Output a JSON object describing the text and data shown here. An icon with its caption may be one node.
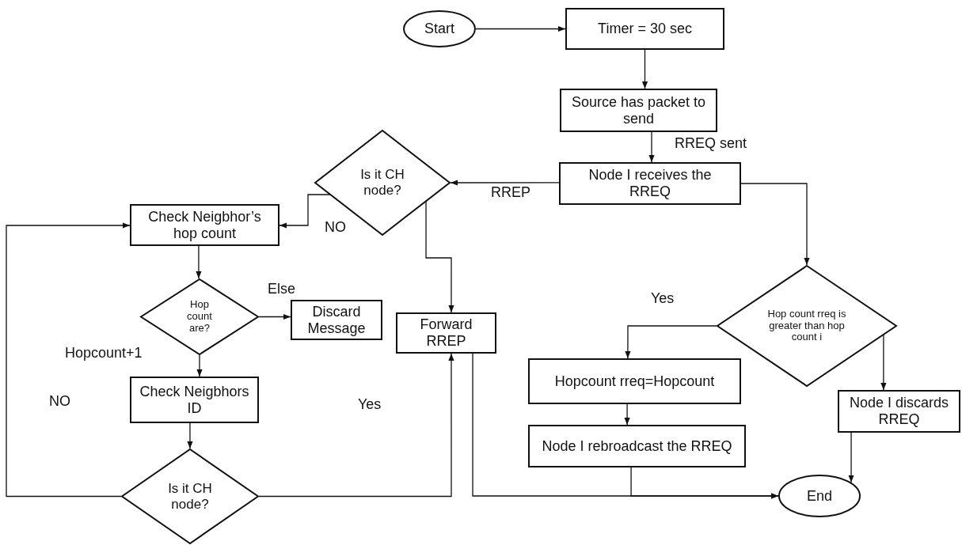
{
  "diagram": {
    "nodes": [
      {
        "text": [
          "Start"
        ]
      },
      {
        "text": [
          "Timer = 30 sec"
        ]
      },
      {
        "text": [
          "Source has packet to send"
        ]
      },
      {
        "text": [
          "Node I receives the RREQ"
        ]
      },
      {
        "text": [
          "Is it CH node?"
        ]
      },
      {
        "text": [
          "Check Neigbhor’s hop count"
        ]
      },
      {
        "text": [
          "Hop count are?"
        ]
      },
      {
        "text": [
          "Discard Message"
        ]
      },
      {
        "text": [
          "Forward RREP"
        ]
      },
      {
        "text": [
          "Check Neigbhors ID"
        ]
      },
      {
        "text": [
          "Is it CH node?"
        ]
      },
      {
        "text": [
          "Hop count rreq is greater than hop count i"
        ]
      },
      {
        "text": [
          "Hopcount rreq=Hopcount"
        ]
      },
      {
        "text": [
          "Node I rebroadcast the RREQ"
        ]
      },
      {
        "text": [
          "Node I discards RREQ"
        ]
      },
      {
        "text": [
          "End"
        ]
      }
    ],
    "edges": [
      {
        "from": 0,
        "to": 1,
        "arrow": "to"
      },
      {
        "from": 1,
        "to": 2,
        "arrow": "to"
      },
      {
        "from": 2,
        "to": 3,
        "arrow": "to",
        "label": "RREQ sent"
      },
      {
        "from": 3,
        "to": 4,
        "arrow": "to",
        "label": "RREP"
      },
      {
        "from": 3,
        "to": 11,
        "arrow": "to"
      },
      {
        "from": 4,
        "to": 5,
        "arrow": "to",
        "label": "NO"
      },
      {
        "from": 4,
        "to": 8,
        "arrow": "to"
      },
      {
        "from": 5,
        "to": 6,
        "arrow": "to"
      },
      {
        "from": 6,
        "to": 7,
        "arrow": "to",
        "label": "Else"
      },
      {
        "from": 6,
        "to": 9,
        "arrow": "to",
        "label": "Hopcount+1"
      },
      {
        "from": 9,
        "to": 10,
        "arrow": "to"
      },
      {
        "from": 10,
        "to": 5,
        "arrow": "to",
        "label": "NO"
      },
      {
        "from": 10,
        "to": 8,
        "arrow": "to",
        "label": "Yes"
      },
      {
        "from": 11,
        "to": 12,
        "arrow": "to",
        "label": "Yes"
      },
      {
        "from": 11,
        "to": 14,
        "arrow": "to"
      },
      {
        "from": 12,
        "to": 13,
        "arrow": "to"
      },
      {
        "from": 13,
        "to": 15,
        "arrow": "to"
      },
      {
        "from": 8,
        "to": 15,
        "arrow": "to"
      },
      {
        "from": 14,
        "to": 15,
        "arrow": "to"
      }
    ]
  }
}
